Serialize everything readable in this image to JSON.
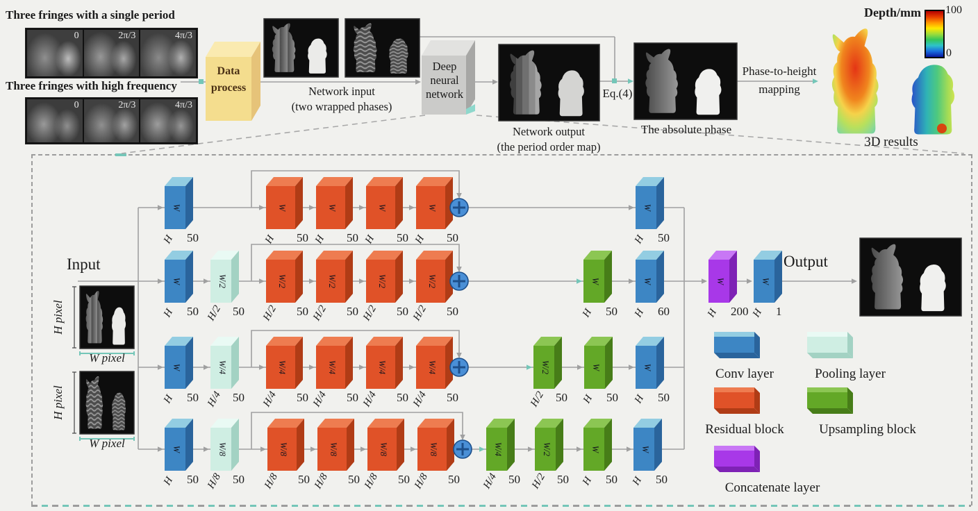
{
  "top": {
    "title_single": "Three fringes with a single period",
    "title_high": "Three fringes with high frequency",
    "phases": [
      "0",
      "2π/3",
      "4π/3"
    ],
    "data_process": [
      "Data",
      "process"
    ],
    "input_caption": [
      "Network input",
      "(two wrapped phases)"
    ],
    "dnn": [
      "Deep",
      "neural",
      "network"
    ],
    "output_caption": [
      "Network output",
      "(the period order map)"
    ],
    "eq": "Eq.(4)",
    "abs_caption": "The absolute phase",
    "mapping": [
      "Phase-to-height",
      "mapping"
    ],
    "results_caption": "3D results",
    "colorbar": {
      "title": "Depth/mm",
      "max": "100",
      "min": "0"
    }
  },
  "net": {
    "input_label": "Input",
    "output_label": "Output",
    "h_pixel": "H pixel",
    "w_pixel": "W pixel",
    "rows": [
      {
        "blocks": [
          {
            "t": "conv",
            "w": "W",
            "h": "H",
            "c": "50"
          },
          {
            "t": "res",
            "w": "W",
            "h": "H",
            "c": "50"
          },
          {
            "t": "res",
            "w": "W",
            "h": "H",
            "c": "50"
          },
          {
            "t": "res",
            "w": "W",
            "h": "H",
            "c": "50"
          },
          {
            "t": "res",
            "w": "W",
            "h": "H",
            "c": "50"
          },
          {
            "t": "add"
          },
          {
            "t": "conv",
            "w": "W",
            "h": "H",
            "c": "50"
          }
        ]
      },
      {
        "blocks": [
          {
            "t": "conv",
            "w": "W",
            "h": "H",
            "c": "50"
          },
          {
            "t": "pool",
            "w": "W/2",
            "h": "H/2",
            "c": "50"
          },
          {
            "t": "res",
            "w": "W/2",
            "h": "H/2",
            "c": "50"
          },
          {
            "t": "res",
            "w": "W/2",
            "h": "H/2",
            "c": "50"
          },
          {
            "t": "res",
            "w": "W/2",
            "h": "H/2",
            "c": "50"
          },
          {
            "t": "res",
            "w": "W/2",
            "h": "H/2",
            "c": "50"
          },
          {
            "t": "add"
          },
          {
            "t": "up",
            "w": "W",
            "h": "H",
            "c": "50"
          },
          {
            "t": "conv",
            "w": "W",
            "h": "H",
            "c": "60"
          }
        ]
      },
      {
        "blocks": [
          {
            "t": "conv",
            "w": "W",
            "h": "H",
            "c": "50"
          },
          {
            "t": "pool",
            "w": "W/4",
            "h": "H/4",
            "c": "50"
          },
          {
            "t": "res",
            "w": "W/4",
            "h": "H/4",
            "c": "50"
          },
          {
            "t": "res",
            "w": "W/4",
            "h": "H/4",
            "c": "50"
          },
          {
            "t": "res",
            "w": "W/4",
            "h": "H/4",
            "c": "50"
          },
          {
            "t": "res",
            "w": "W/4",
            "h": "H/4",
            "c": "50"
          },
          {
            "t": "add"
          },
          {
            "t": "up",
            "w": "W/2",
            "h": "H/2",
            "c": "50"
          },
          {
            "t": "up",
            "w": "W",
            "h": "H",
            "c": "50"
          },
          {
            "t": "conv",
            "w": "W",
            "h": "H",
            "c": "50"
          }
        ]
      },
      {
        "blocks": [
          {
            "t": "conv",
            "w": "W",
            "h": "H",
            "c": "50"
          },
          {
            "t": "pool",
            "w": "W/8",
            "h": "H/8",
            "c": "50"
          },
          {
            "t": "res",
            "w": "W/8",
            "h": "H/8",
            "c": "50"
          },
          {
            "t": "res",
            "w": "W/8",
            "h": "H/8",
            "c": "50"
          },
          {
            "t": "res",
            "w": "W/8",
            "h": "H/8",
            "c": "50"
          },
          {
            "t": "res",
            "w": "W/8",
            "h": "H/8",
            "c": "50"
          },
          {
            "t": "add"
          },
          {
            "t": "up",
            "w": "W/4",
            "h": "H/4",
            "c": "50"
          },
          {
            "t": "up",
            "w": "W/2",
            "h": "H/2",
            "c": "50"
          },
          {
            "t": "up",
            "w": "W",
            "h": "H",
            "c": "50"
          },
          {
            "t": "conv",
            "w": "W",
            "h": "H",
            "c": "50"
          }
        ]
      }
    ],
    "concat": {
      "t": "concat",
      "w": "W",
      "h": "H",
      "c": "200"
    },
    "final": {
      "t": "conv",
      "w": "W",
      "h": "H",
      "c": "1"
    }
  },
  "legend": {
    "items": [
      {
        "label": "Conv layer",
        "type": "conv"
      },
      {
        "label": "Pooling layer",
        "type": "pool"
      },
      {
        "label": "Residual block",
        "type": "res"
      },
      {
        "label": "Upsampling block",
        "type": "up"
      },
      {
        "label": "Concatenate layer",
        "type": "concat"
      }
    ]
  },
  "colors": {
    "conv": {
      "front": "#3d86c4",
      "top": "#93cde2",
      "side": "#2a649c"
    },
    "pool": {
      "front": "#cfeee3",
      "top": "#e9faf4",
      "side": "#a3d2c3"
    },
    "res": {
      "front": "#e05228",
      "top": "#ee7c50",
      "side": "#b03c16"
    },
    "up": {
      "front": "#63a827",
      "top": "#8cc653",
      "side": "#477d18"
    },
    "concat": {
      "front": "#a838e8",
      "top": "#c877f5",
      "side": "#7e22b5"
    },
    "add_fill": "#4a8fd6",
    "add_stroke": "#1d4f8a",
    "line": "#a0a0a0",
    "teal": "#74c6b8",
    "databox": {
      "front": "#f4dd8e",
      "top": "#faeab0",
      "side": "#e6c379",
      "text": "#4a3014"
    },
    "dnnbox": {
      "front": "#cbcbc9",
      "top": "#e2e2e0",
      "side": "#a7a7a5",
      "text": "#1a1a1a"
    },
    "colorbar_stops": [
      "#b40000",
      "#e83c00",
      "#ff9500",
      "#ffe800",
      "#9fdc3a",
      "#35c65a",
      "#2ec4c8",
      "#1a6ee0",
      "#0a18a0"
    ]
  }
}
